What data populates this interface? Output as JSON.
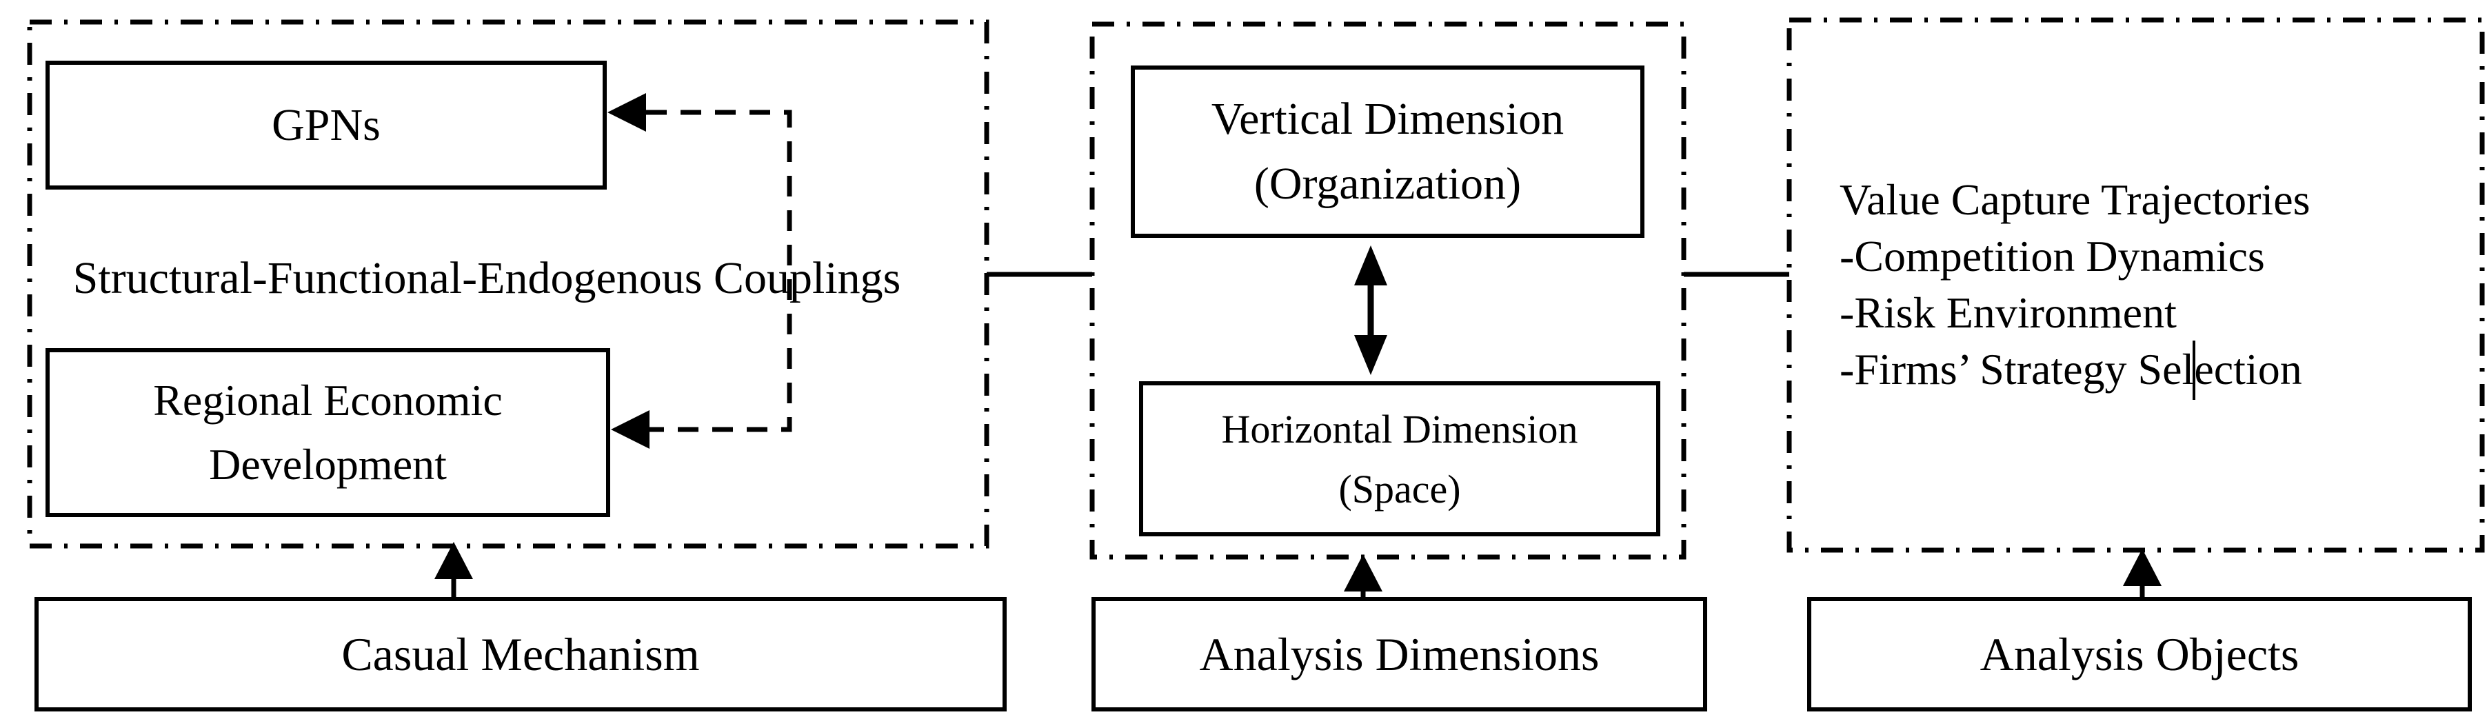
{
  "figure": {
    "kind": "conceptual-framework-diagram",
    "left_panel": {
      "gpns_label": "GPNs",
      "couplings_label": "Structural-Functional-Endogenous Couplings",
      "regional_label": "Regional Economic Development",
      "connector_icon": "dashed-left-arrows"
    },
    "middle_panel": {
      "vertical_label": "Vertical Dimension (Organization)",
      "horizontal_label": "Horizontal Dimension (Space)",
      "connector_icon": "double-headed-vertical-arrow"
    },
    "right_panel": {
      "lines": [
        "Value Capture Trajectories",
        "-Competition Dynamics",
        "-Risk Environment",
        "-Firms’ Strategy Selection"
      ],
      "cursor_icon": "text-cursor"
    },
    "bottom_row": {
      "causal_label": "Casual Mechanism",
      "dimensions_label": "Analysis Dimensions",
      "objects_label": "Analysis Objects",
      "arrow_icon": "solid-up-arrow"
    },
    "colors": {
      "ink": "#000000",
      "background": "#ffffff"
    }
  }
}
